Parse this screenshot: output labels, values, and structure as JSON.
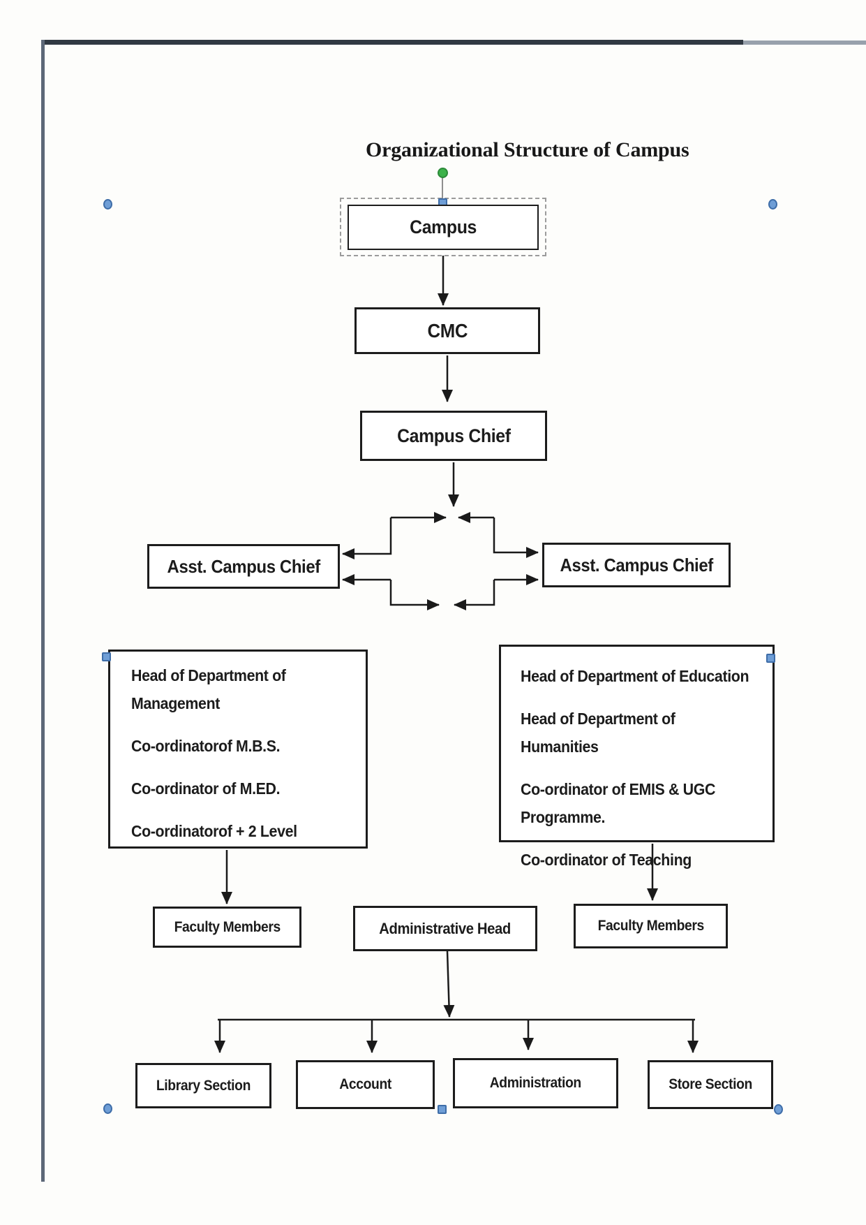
{
  "title": "Organizational Structure of Campus",
  "nodes": {
    "campus": "Campus",
    "cmc": "CMC",
    "campus_chief": "Campus Chief",
    "asst_left": "Asst. Campus Chief",
    "asst_right": "Asst. Campus Chief",
    "dept_left": {
      "lines": [
        "Head of Department of Management",
        "Co-ordinatorof  M.B.S.",
        "Co-ordinator of M.ED.",
        "Co-ordinatorof  + 2 Level"
      ]
    },
    "dept_right": {
      "lines": [
        "Head of Department of Education",
        "Head of Department of Humanities",
        "Co-ordinator of EMIS & UGC Programme.",
        "Co-ordinator of  Teaching"
      ]
    },
    "faculty_left": "Faculty Members",
    "admin_head": "Administrative Head",
    "faculty_right": "Faculty Members",
    "library": "Library Section",
    "account": "Account",
    "administration": "Administration",
    "store": "Store Section"
  },
  "colors": {
    "line": "#1a1a1a",
    "handle_blue": "#6f9ed6",
    "handle_blue_border": "#3e6da8",
    "handle_green": "#3cb24a",
    "selection_dash": "#9b9b9b",
    "border_top": "#313943",
    "border_top_light": "#98a1ac",
    "border_left": "#5d6878"
  }
}
